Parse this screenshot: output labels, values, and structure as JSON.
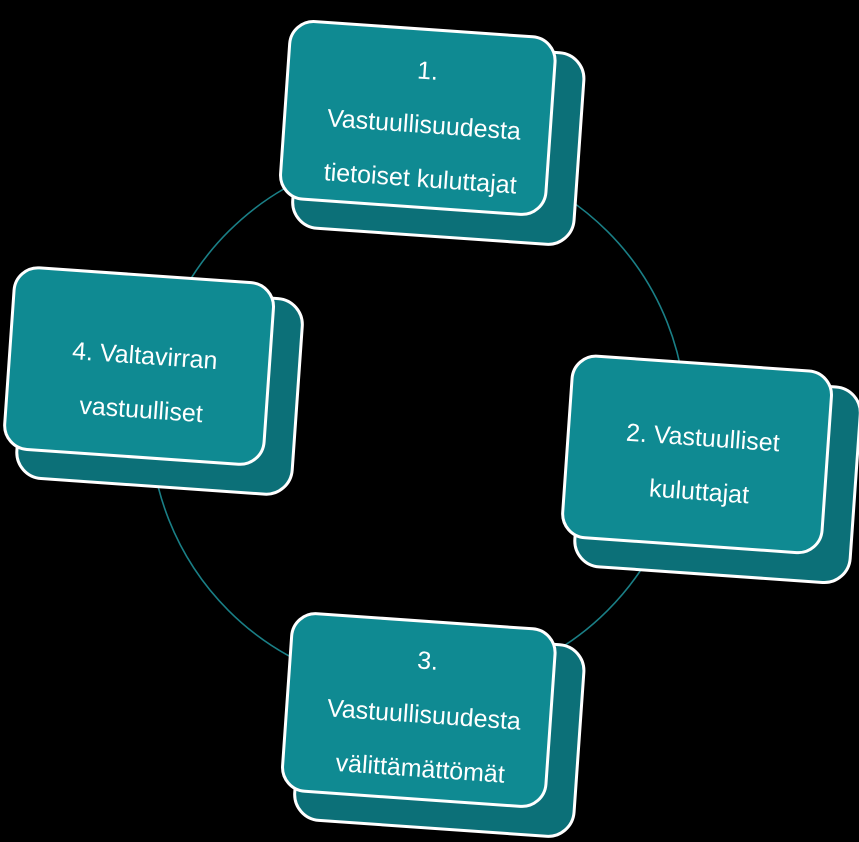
{
  "colors": {
    "background": "#000000",
    "box_fill": "#0f8a92",
    "box_side": "#0c7078",
    "box_border": "#ffffff",
    "connector": "#1a7f86",
    "text": "#ffffff"
  },
  "cycle": {
    "steps": [
      {
        "lines": [
          "1.",
          "Vastuullisuudesta",
          "tietoiset kuluttajat"
        ]
      },
      {
        "lines": [
          "2. Vastuulliset",
          "kuluttajat"
        ]
      },
      {
        "lines": [
          "3.",
          "Vastuullisuudesta",
          "välittämättömät"
        ]
      },
      {
        "lines": [
          "4. Valtavirran",
          "vastuulliset"
        ]
      }
    ]
  }
}
